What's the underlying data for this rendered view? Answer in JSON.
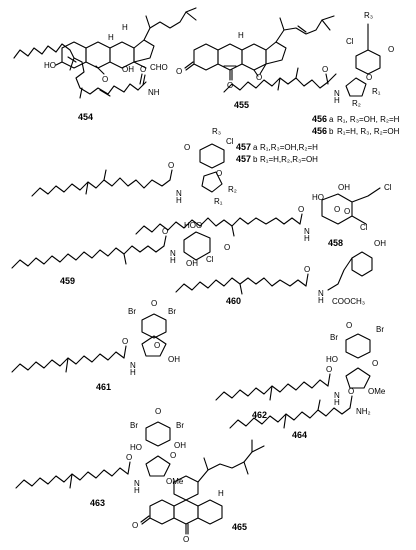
{
  "compounds": [
    {
      "id": "c454",
      "number": "454"
    },
    {
      "id": "c455",
      "number": "455"
    },
    {
      "id": "c456",
      "number": "456",
      "variants": [
        {
          "suffix": "a",
          "desc": "R₁, R₃=OH, R₂=H"
        },
        {
          "suffix": "b",
          "desc": "R₁=H, R₃, R₂=OH"
        }
      ]
    },
    {
      "id": "c457",
      "number": "457",
      "variants": [
        {
          "suffix": "a",
          "desc": "R₁,R₃=OH,R₂=H"
        },
        {
          "suffix": "b",
          "desc": "R₁=H,R₂,R₃=OH"
        }
      ]
    },
    {
      "id": "c458",
      "number": "458"
    },
    {
      "id": "c459",
      "number": "459"
    },
    {
      "id": "c460",
      "number": "460"
    },
    {
      "id": "c461",
      "number": "461"
    },
    {
      "id": "c462",
      "number": "462"
    },
    {
      "id": "c463",
      "number": "463"
    },
    {
      "id": "c464",
      "number": "464"
    },
    {
      "id": "c465",
      "number": "465"
    }
  ],
  "atoms": {
    "OH": "OH",
    "HO": "HO",
    "O": "O",
    "H": "H",
    "N": "N",
    "NH": "NH",
    "NH2": "NH₂",
    "Cl": "Cl",
    "Br": "Br",
    "CHO": "CHO",
    "OMe": "OMe",
    "COOCH3": "COOCH₃",
    "R1": "R₁",
    "R2": "R₂",
    "R3": "R₃"
  }
}
